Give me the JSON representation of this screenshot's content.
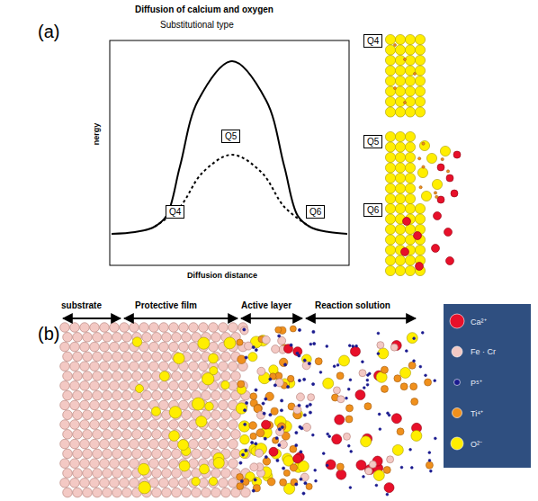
{
  "diagram": {
    "nodes": [
      {
        "text": [
          "Q4"
        ]
      },
      {
        "text": [
          "Q5"
        ]
      },
      {
        "text": [
          "Q6"
        ]
      },
      {
        "text": [
          "Q4"
        ]
      },
      {
        "text": [
          "Q5"
        ]
      },
      {
        "text": [
          "Q6"
        ]
      }
    ],
    "labels": [
      "(a)",
      "Diffusion of calcium and oxygen",
      "Substitutional type",
      "nergy",
      "Diffusion distance",
      "(b)",
      "substrate",
      "Protective film",
      "Active layer",
      "Reaction solution"
    ],
    "legend": [
      {
        "text": "Ca²⁺",
        "color": "#e8102a"
      },
      {
        "text": "Fe · Cr",
        "color": "#f3c9c4"
      },
      {
        "text": "P⁵⁺",
        "color": "#1a1a8e"
      },
      {
        "text": "Ti⁴⁺",
        "color": "#f0901c"
      },
      {
        "text": "O²⁻",
        "color": "#ffee00"
      }
    ]
  }
}
